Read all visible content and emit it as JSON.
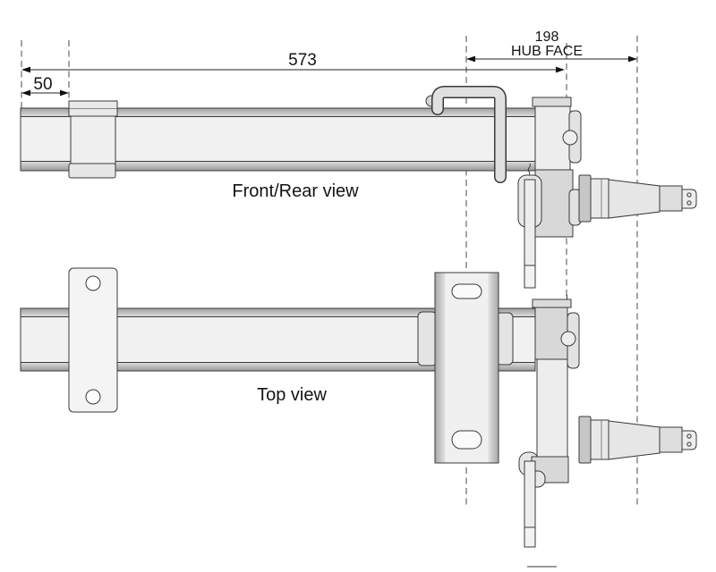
{
  "views": {
    "front_rear": {
      "label": "Front/Rear view"
    },
    "top": {
      "label": "Top view"
    }
  },
  "dimensions": {
    "overall_length": {
      "value": "573"
    },
    "end_offset": {
      "value": "50"
    },
    "hub_face": {
      "value": "198",
      "label": "HUB FACE"
    }
  },
  "palette": {
    "background": "#ffffff",
    "line": "#3a3a3a",
    "dash_line": "#4a4a4a",
    "fill_light": "#f1f1f1",
    "fill_plate": "#ededed",
    "fill_mid": "#d8d8d8",
    "fill_dark": "#c7c7c7",
    "text": "#141414"
  }
}
